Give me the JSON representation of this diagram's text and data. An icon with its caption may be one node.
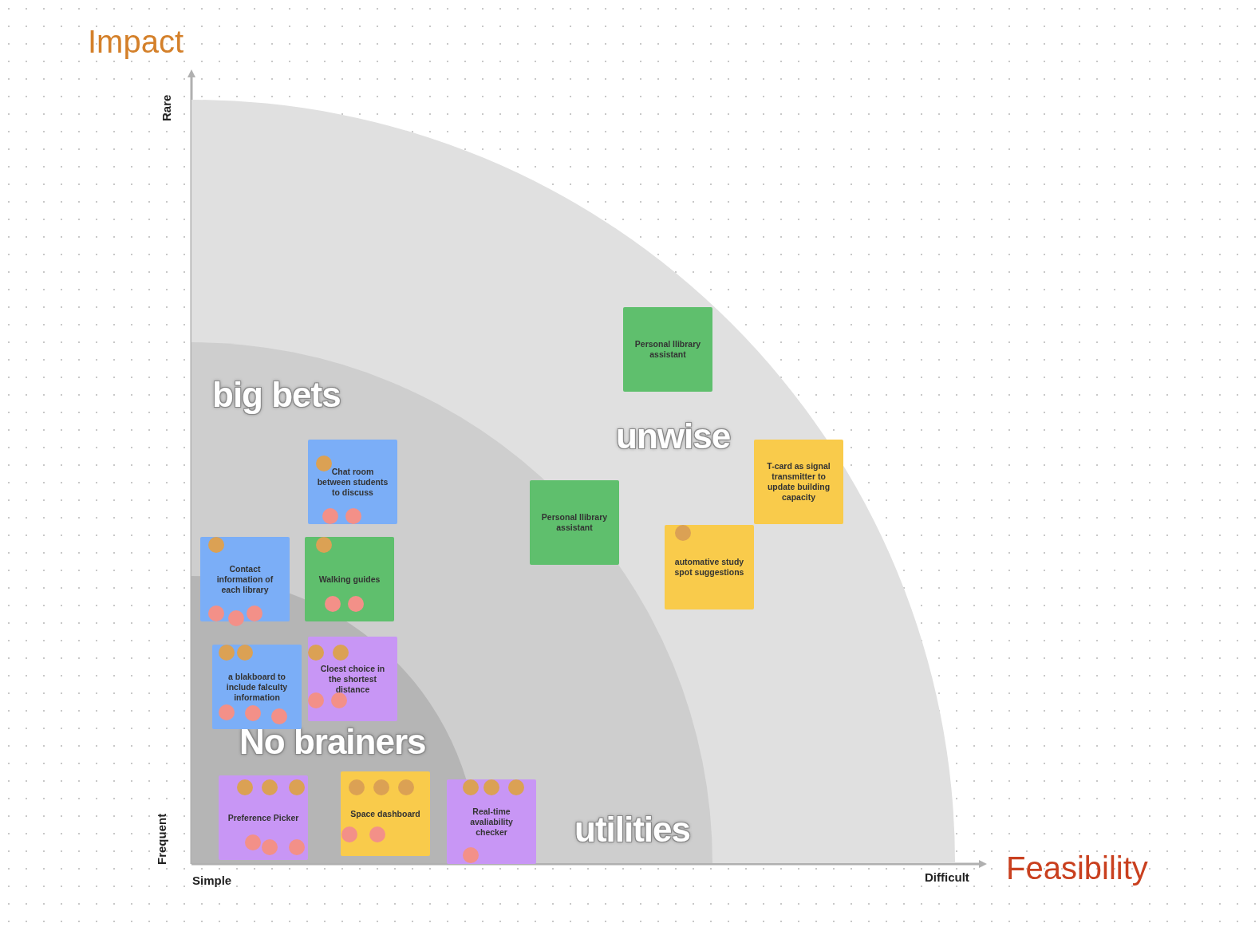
{
  "diagram": {
    "nodes": [
      {
        "text": [
          "unwise"
        ]
      },
      {
        "text": [
          "big bets",
          "utilities"
        ],
        "in": 0
      },
      {
        "text": [
          "No brainers"
        ],
        "in": 1
      },
      {
        "text": [
          "Personal llibrary assistant"
        ],
        "in": 0
      },
      {
        "text": [
          "Chat room between students to discuss"
        ],
        "in": 1
      },
      {
        "text": [
          "T-card as signal transmitter to update building capacity"
        ],
        "in": 0
      },
      {
        "text": [
          "Personal llibrary assistant"
        ],
        "in": 1
      },
      {
        "text": [
          "automative study spot suggestions"
        ],
        "in": 0
      },
      {
        "text": [
          "Contact information of each library"
        ],
        "in": 1
      },
      {
        "text": [
          "Walking guides"
        ],
        "in": 1
      },
      {
        "text": [
          "a blakboard to include falculty information"
        ],
        "in": 2
      },
      {
        "text": [
          "Cloest choice in the shortest distance"
        ],
        "in": 2
      },
      {
        "text": [
          "Preference Picker"
        ],
        "in": 2
      },
      {
        "text": [
          "Space dashboard"
        ],
        "in": 2
      },
      {
        "text": [
          "Real-time avaliability checker"
        ],
        "in": 1
      }
    ],
    "edges": [],
    "labels": [
      "Impact",
      "Rare",
      "Frequent",
      "Simple",
      "Difficult",
      "Feasibility"
    ]
  }
}
